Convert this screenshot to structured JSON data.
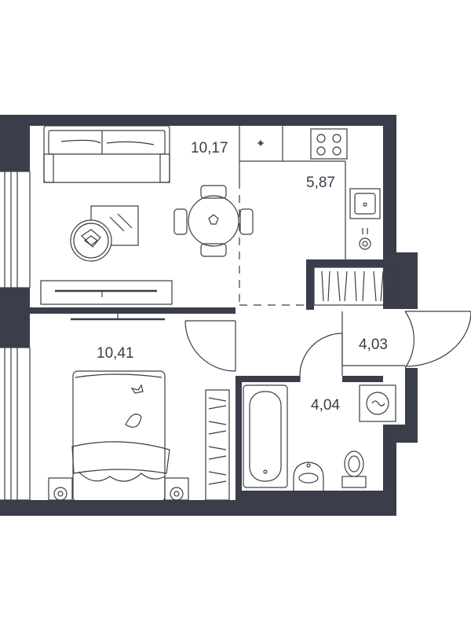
{
  "rooms": {
    "living_kitchen": {
      "area": "10,17"
    },
    "kitchen": {
      "area": "5,87"
    },
    "bedroom": {
      "area": "10,41"
    },
    "hallway": {
      "area": "4,03"
    },
    "bathroom": {
      "area": "4,04"
    }
  },
  "colors": {
    "wall": "#3a3d4a",
    "line": "#3a3d47",
    "background": "#ffffff"
  },
  "icons": [
    "sofa-icon",
    "dining-table-icon",
    "coffee-table-icon",
    "tv-icon",
    "bed-icon",
    "cooktop-icon",
    "sink-icon",
    "bathtub-icon",
    "toilet-icon",
    "washing-machine-icon",
    "wardrobe-icon",
    "door-swing-icon",
    "window-icon",
    "radiator-icon"
  ]
}
